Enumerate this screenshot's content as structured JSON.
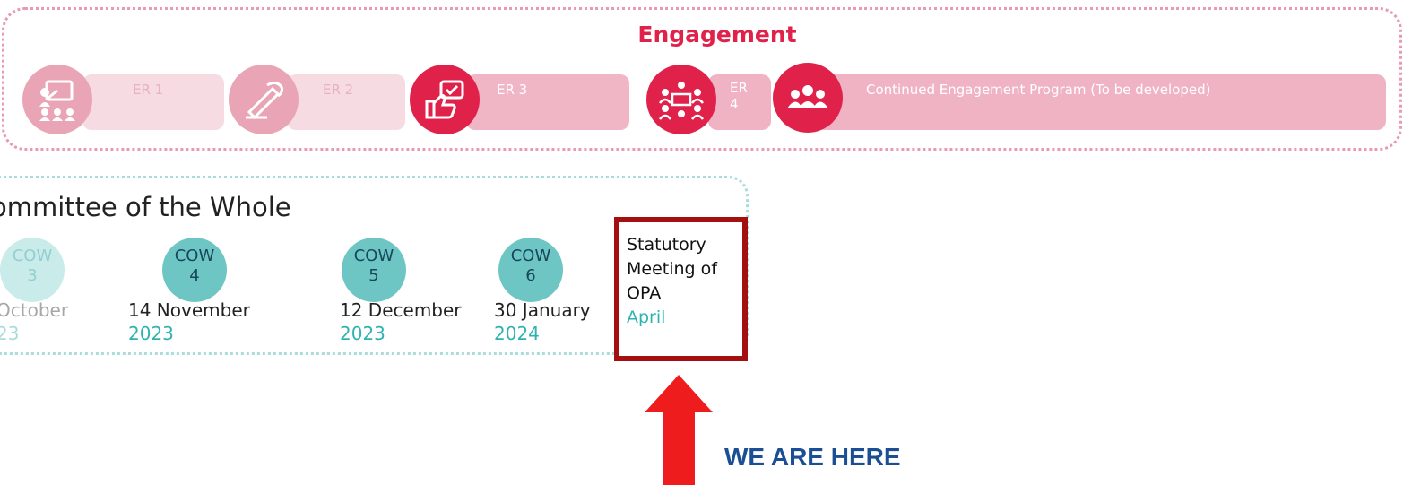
{
  "colors": {
    "engagement_red": "#e0224b",
    "engagement_pink_light": "#f4d0da",
    "engagement_pink_mid": "#efb3c3",
    "engagement_circle_faded": "#e59aab",
    "cow_teal": "#6ec6c4",
    "cow_teal_light": "#bfe6e5",
    "year_teal": "#2eb3b1",
    "highlight_border": "#a40f10",
    "arrow_red": "#ee1c1c",
    "here_blue": "#1b4f93"
  },
  "engagement": {
    "title": "Engagement",
    "items": [
      {
        "label": "ER 1",
        "icon": "presentation-icon"
      },
      {
        "label": "ER 2",
        "icon": "writing-hand-icon"
      },
      {
        "label": "ER 3",
        "icon": "feedback-thumbs-up-icon"
      },
      {
        "label": "ER 4",
        "icon": "group-discussion-icon",
        "label_line1": "ER",
        "label_line2": "4"
      },
      {
        "label": "Continued Engagement Program (To be developed)",
        "icon": "people-group-icon"
      }
    ]
  },
  "cow": {
    "title": "ommittee of the Whole",
    "meetings": [
      {
        "abbr": "COW",
        "number": "3",
        "date": "October",
        "year": "23"
      },
      {
        "abbr": "COW",
        "number": "4",
        "date": "14 November",
        "year": "2023"
      },
      {
        "abbr": "COW",
        "number": "5",
        "date": "12 December",
        "year": "2023"
      },
      {
        "abbr": "COW",
        "number": "6",
        "date": "30 January",
        "year": "2024"
      }
    ]
  },
  "highlight": {
    "line1": "Statutory",
    "line2": "Meeting of",
    "line3": "OPA",
    "month": "April"
  },
  "marker": {
    "text": "WE ARE HERE"
  }
}
